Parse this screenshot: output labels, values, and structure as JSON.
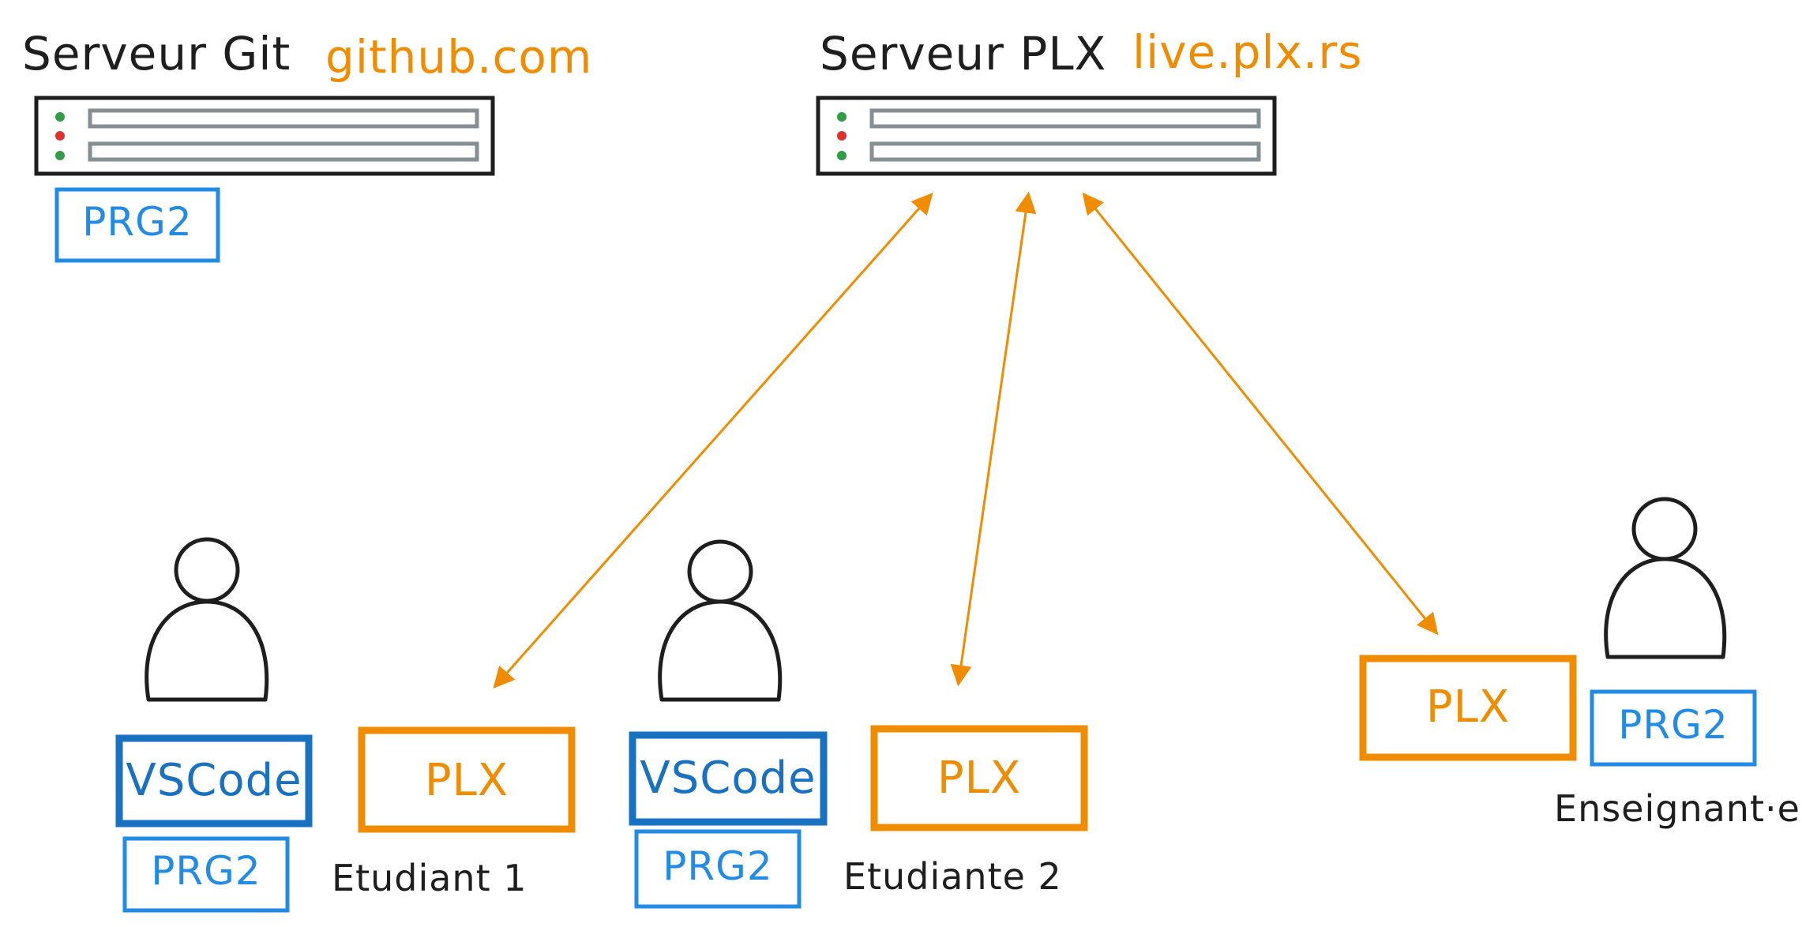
{
  "colors": {
    "ink": "#1e1e1e",
    "accent_orange": "#f08c00",
    "accent_blue": "#1971c2",
    "light_blue": "#228be6",
    "slot_gray": "#868e96",
    "led_green": "#2f9e44",
    "led_red": "#e03131"
  },
  "git_server": {
    "title": "Serveur Git",
    "url": "github.com",
    "repo_label": "PRG2"
  },
  "plx_server": {
    "title": "Serveur PLX",
    "url": "live.plx.rs"
  },
  "student1": {
    "editor_label": "VSCode",
    "plx_label": "PLX",
    "repo_label": "PRG2",
    "name": "Etudiant 1"
  },
  "student2": {
    "editor_label": "VSCode",
    "plx_label": "PLX",
    "repo_label": "PRG2",
    "name": "Etudiante 2"
  },
  "teacher": {
    "plx_label": "PLX",
    "repo_label": "PRG2",
    "name": "Enseignant·e"
  },
  "connections": [
    {
      "from": "plx_server",
      "to": "student1.plx",
      "arrowheads": "both"
    },
    {
      "from": "plx_server",
      "to": "student2.plx",
      "arrowheads": "both"
    },
    {
      "from": "plx_server",
      "to": "teacher.plx",
      "arrowheads": "both"
    }
  ]
}
